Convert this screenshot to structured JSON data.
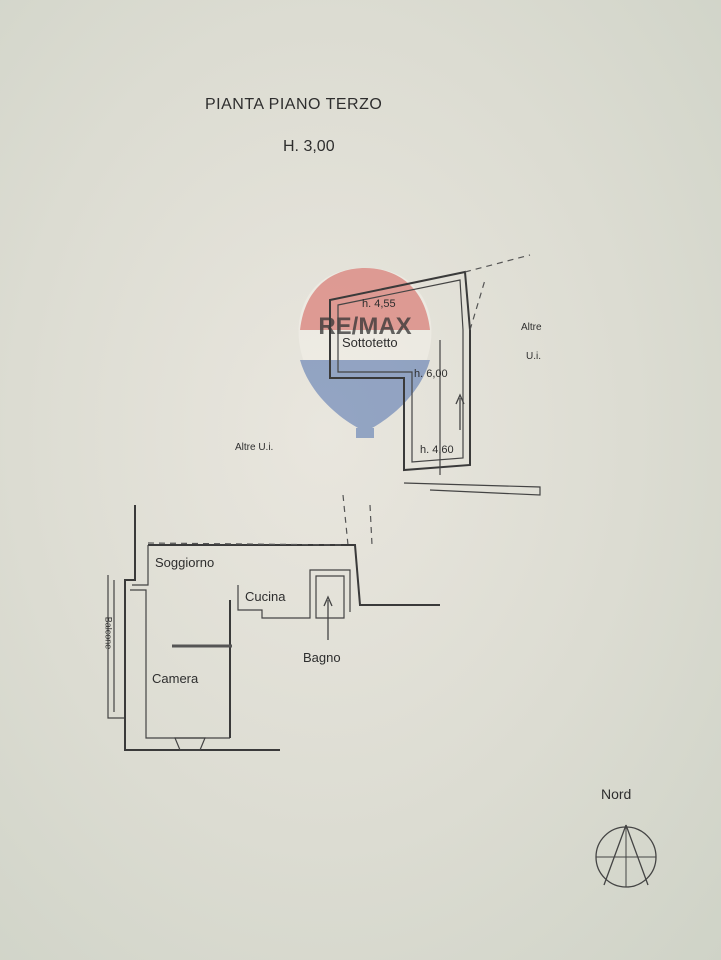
{
  "title": "PIANTA PIANO TERZO",
  "height": "H. 3,00",
  "watermark": "RE/MAX",
  "rooms": {
    "sottotetto": "Sottotetto",
    "soggiorno": "Soggiorno",
    "cucina": "Cucina",
    "bagno": "Bagno",
    "camera": "Camera",
    "balcone": "Balcone"
  },
  "heights": {
    "h1": "h. 4,55",
    "h2": "h. 6,00",
    "h3": "h. 4,60"
  },
  "neighbors": {
    "altre_right_1": "Altre",
    "altre_right_2": "U.i.",
    "altre_left": "Altre U.i."
  },
  "compass": {
    "label": "Nord"
  },
  "colors": {
    "balloon_red": "#d9605a",
    "balloon_blue": "#4e6fae"
  }
}
